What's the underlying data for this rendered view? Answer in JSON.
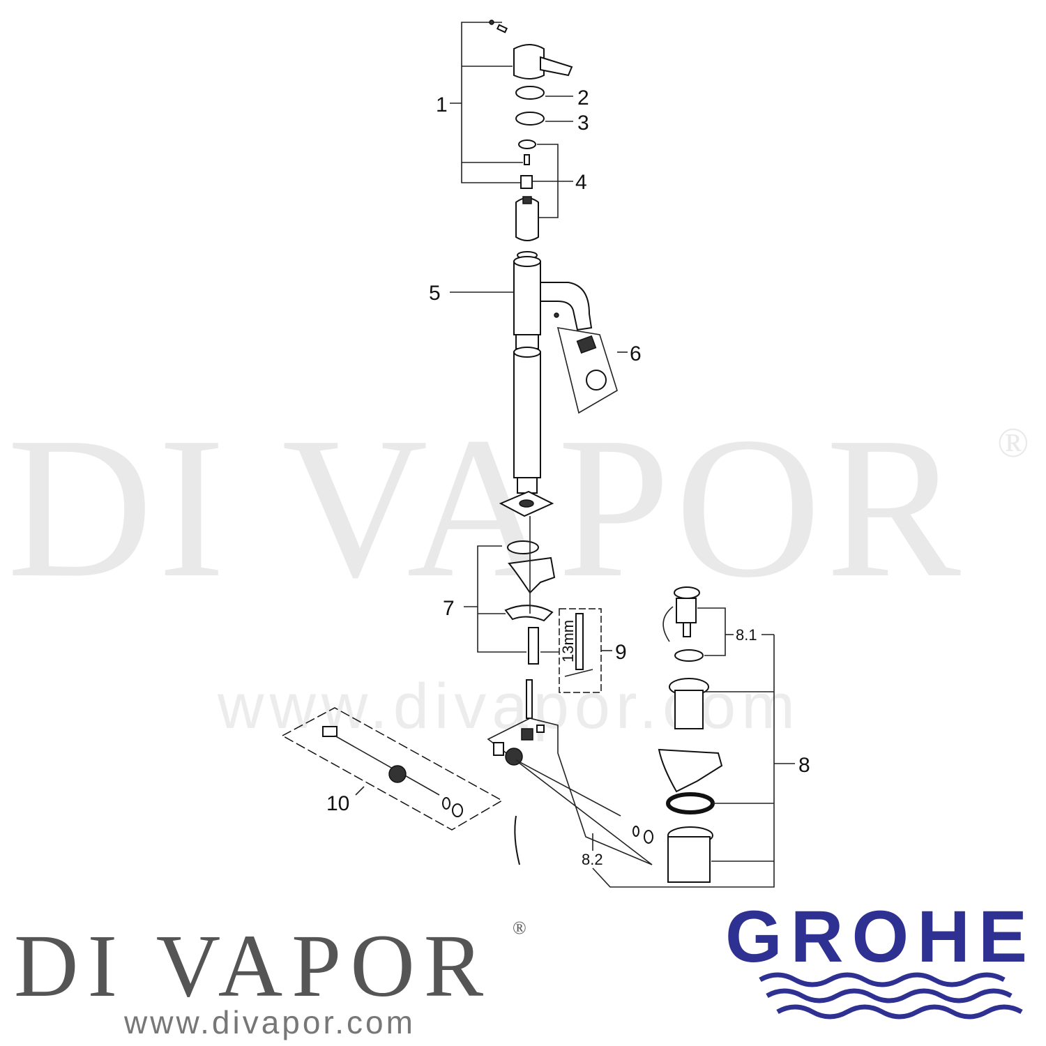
{
  "watermark": {
    "brand": "DI VAPOR",
    "registered": "®",
    "url": "www.divapor.com"
  },
  "callouts": {
    "p1": "1",
    "p2": "2",
    "p3": "3",
    "p4": "4",
    "p5": "5",
    "p6": "6",
    "p7": "7",
    "p8": "8",
    "p8_1": "8.1",
    "p8_2": "8.2",
    "p9": "9",
    "p10": "10",
    "tool_size": "13mm"
  },
  "footer": {
    "divapor_logo": "DI VAPOR",
    "divapor_registered": "®",
    "divapor_url": "www.divapor.com",
    "grohe_logo": "GROHE",
    "grohe_color": "#2e3192"
  }
}
